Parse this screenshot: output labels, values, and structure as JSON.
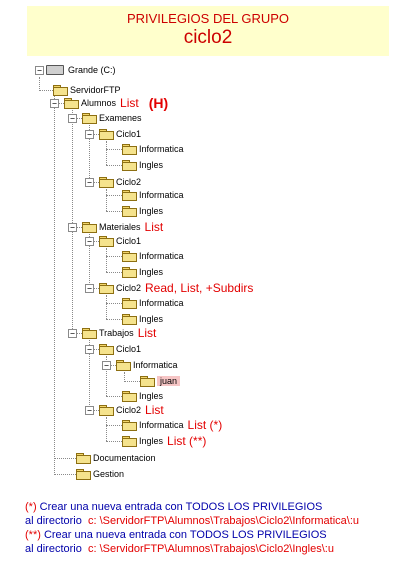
{
  "header": {
    "title": "PRIVILEGIOS DEL GRUPO",
    "subtitle": "ciclo2"
  },
  "tree": {
    "drive": "Grande (C:)",
    "servidor": "ServidorFTP",
    "alumnos": {
      "label": "Alumnos",
      "perm": "List",
      "tag": "(H)"
    },
    "examenes": "Examenes",
    "exam_ciclo1": "Ciclo1",
    "exam_c1_informatica": "Informatica",
    "exam_c1_ingles": "Ingles",
    "exam_ciclo2": "Ciclo2",
    "exam_c2_informatica": "Informatica",
    "exam_c2_ingles": "Ingles",
    "materiales": {
      "label": "Materiales",
      "perm": "List"
    },
    "mat_ciclo1": "Ciclo1",
    "mat_c1_informatica": "Informatica",
    "mat_c1_ingles": "Ingles",
    "mat_ciclo2": {
      "label": "Ciclo2",
      "perm": "Read, List, +Subdirs"
    },
    "mat_c2_informatica": "Informatica",
    "mat_c2_ingles": "Ingles",
    "trabajos": {
      "label": "Trabajos",
      "perm": "List"
    },
    "trab_ciclo1": "Ciclo1",
    "trab_c1_informatica": "Informatica",
    "trab_c1_juan": "juan",
    "trab_c1_ingles": "Ingles",
    "trab_ciclo2": {
      "label": "Ciclo2",
      "perm": "List"
    },
    "trab_c2_informatica": {
      "label": "Informatica",
      "perm": "List (*)"
    },
    "trab_c2_ingles": {
      "label": "Ingles",
      "perm": "List (**)"
    },
    "documentacion": "Documentacion",
    "gestion": "Gestion"
  },
  "notes": {
    "n1_star": "(*)",
    "n1_text": " Crear una nueva entrada con TODOS LOS PRIVILEGIOS",
    "n1_dir_label": "al directorio",
    "n1_path": "c: \\ServidorFTP\\Alumnos\\Trabajos\\Ciclo2\\Informatica\\:u",
    "n2_star": "(**)",
    "n2_text": " Crear una nueva entrada con TODOS LOS PRIVILEGIOS",
    "n2_dir_label": "al directorio",
    "n2_path": "c: \\ServidorFTP\\Alumnos\\Trabajos\\Ciclo2\\Ingles\\:u"
  },
  "colors": {
    "header_bg": "#ffffcc",
    "accent_red": "#e30000",
    "note_blue": "#0000aa",
    "selected_bg": "#f6c5c5"
  }
}
